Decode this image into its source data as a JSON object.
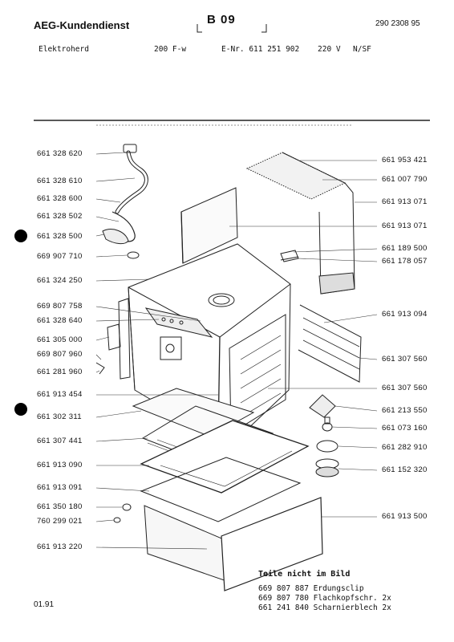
{
  "header": {
    "brand": "AEG-Kundendienst",
    "sheet_code": "B 09",
    "doc_number": "290 2308 95"
  },
  "subheader": {
    "appliance": "Elektroherd",
    "model": "200 F-w",
    "enr": "E-Nr. 611 251 902",
    "voltage": "220 V",
    "variant": "N/SF"
  },
  "left_labels": [
    "661 328 620",
    "661 328 610",
    "661 328 600",
    "661 328 502",
    "661 328 500",
    "669 907 710",
    "661 324 250",
    "669 807 758",
    "661 328 640",
    "661 305 000",
    "669 807 960",
    "661 281 960",
    "661 913 454",
    "661 302 311",
    "661 307 441",
    "661 913 090",
    "661 913 091",
    "661 350 180",
    "760 299 021",
    "661 913 220"
  ],
  "right_labels": [
    "661 953 421",
    "661 007 790",
    "661 913 071",
    "661 913 071",
    "661 189 500",
    "661 178 057",
    "661 913 094",
    "661 307 560",
    "661 307 560",
    "661 213 550",
    "661 073 160",
    "661 282 910",
    "661 152 320",
    "661 913 500"
  ],
  "notes": {
    "title": "Teile nicht im Bild",
    "items": [
      "669 807 887 Erdungsclip",
      "669 807 780 Flachkopfschr. 2x",
      "661 241 840 Scharnierblech 2x"
    ]
  },
  "footer": {
    "date": "01.91"
  }
}
